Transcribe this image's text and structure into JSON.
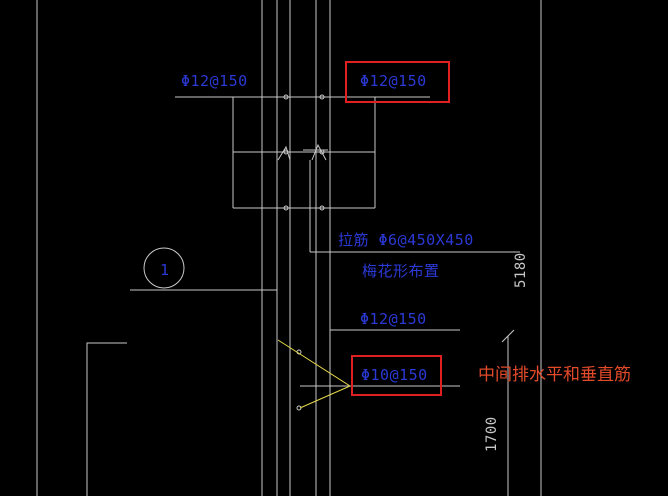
{
  "drawing": {
    "labels": {
      "rebar_top_left": "Φ12@150",
      "rebar_top_right": "Φ12@150",
      "tie_bar": "拉筋 Φ6@450X450",
      "tie_bar_note": "梅花形布置",
      "rebar_mid": "Φ12@150",
      "rebar_highlight": "Φ10@150",
      "axis_marker": "1",
      "dimension_upper": "5180",
      "dimension_lower": "1700"
    },
    "annotation": "中间排水平和垂直筋",
    "colors": {
      "background": "#000000",
      "cad_line": "#c8c8c8",
      "cad_text": "#2b39d6",
      "highlight_box": "#e02020",
      "leader_line": "#e6d84a",
      "annotation": "#e24a2a"
    }
  }
}
